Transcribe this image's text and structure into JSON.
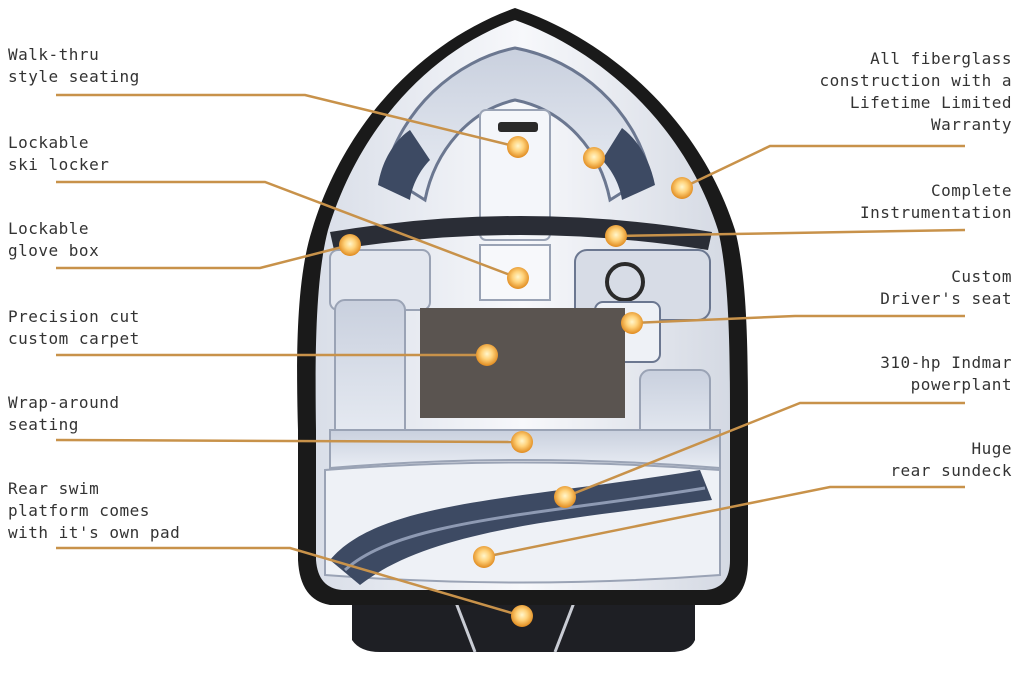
{
  "callouts": {
    "walk_thru": [
      "Walk-thru",
      "style seating"
    ],
    "ski_locker": [
      "Lockable",
      "ski locker"
    ],
    "glove_box": [
      "Lockable",
      "glove box"
    ],
    "carpet": [
      "Precision cut",
      "custom carpet"
    ],
    "wrap_around": [
      "Wrap-around",
      "seating"
    ],
    "swim_platform": [
      "Rear swim",
      "platform comes",
      "with it's own pad"
    ],
    "fiberglass": [
      "All fiberglass",
      "construction with a",
      "Lifetime Limited",
      "Warranty"
    ],
    "instrumentation": [
      "Complete",
      "Instrumentation"
    ],
    "drivers_seat": [
      "Custom",
      "Driver's seat"
    ],
    "powerplant": [
      "310-hp Indmar",
      "powerplant"
    ],
    "sundeck": [
      "Huge",
      "rear sundeck"
    ]
  },
  "colors": {
    "leader": "#c8924a",
    "dot_outer": "#f2a93b",
    "dot_inner": "#ffe9a8",
    "hull_outline": "#1a1a1a",
    "hull_fill": "#eef1f6",
    "upholstery": "#3d4a63",
    "carpet": "#5a5450"
  }
}
